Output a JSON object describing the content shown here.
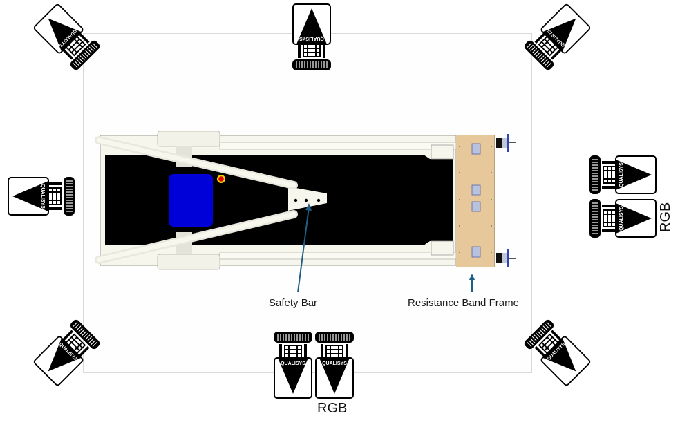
{
  "diagram": {
    "title": "",
    "capture_area": {
      "border_color": "#d9d9d9"
    },
    "treadmill": {
      "belt_color": "#000000",
      "frame_color": "#f7f6ec",
      "console_color": "#0000d8",
      "emergency_stop_color": "#e00000",
      "emergency_stop_ring": "#f0d000"
    },
    "resistance_band_frame": {
      "color": "#e7c89a"
    },
    "annotations": [
      {
        "id": "safety-bar",
        "label": "Safety Bar"
      },
      {
        "id": "resistance-band-frame",
        "label": "Resistance Band Frame"
      }
    ],
    "arrow_color": "#1f5f86",
    "camera_brand": "QUALISYS",
    "cameras": [
      {
        "id": "cam-top-left",
        "brand": "QUALISYS",
        "position": "top-left"
      },
      {
        "id": "cam-top-center",
        "brand": "QUALISYS",
        "position": "top-center"
      },
      {
        "id": "cam-top-right",
        "brand": "QUALISYS",
        "position": "top-right"
      },
      {
        "id": "cam-left",
        "brand": "QUALISYS",
        "position": "left"
      },
      {
        "id": "cam-right-1",
        "brand": "QUALISYS",
        "position": "right-upper"
      },
      {
        "id": "cam-right-2",
        "brand": "QUALISYS",
        "position": "right-lower"
      },
      {
        "id": "cam-bottom-left",
        "brand": "QUALISYS",
        "position": "bottom-left"
      },
      {
        "id": "cam-bottom-center-1",
        "brand": "QUALISYS",
        "position": "bottom-center-left"
      },
      {
        "id": "cam-bottom-center-2",
        "brand": "QUALISYS",
        "position": "bottom-center-right"
      },
      {
        "id": "cam-bottom-right",
        "brand": "QUALISYS",
        "position": "bottom-right"
      }
    ],
    "rgb_labels": [
      {
        "id": "rgb-right",
        "label": "RGB"
      },
      {
        "id": "rgb-bottom",
        "label": "RGB"
      }
    ]
  }
}
